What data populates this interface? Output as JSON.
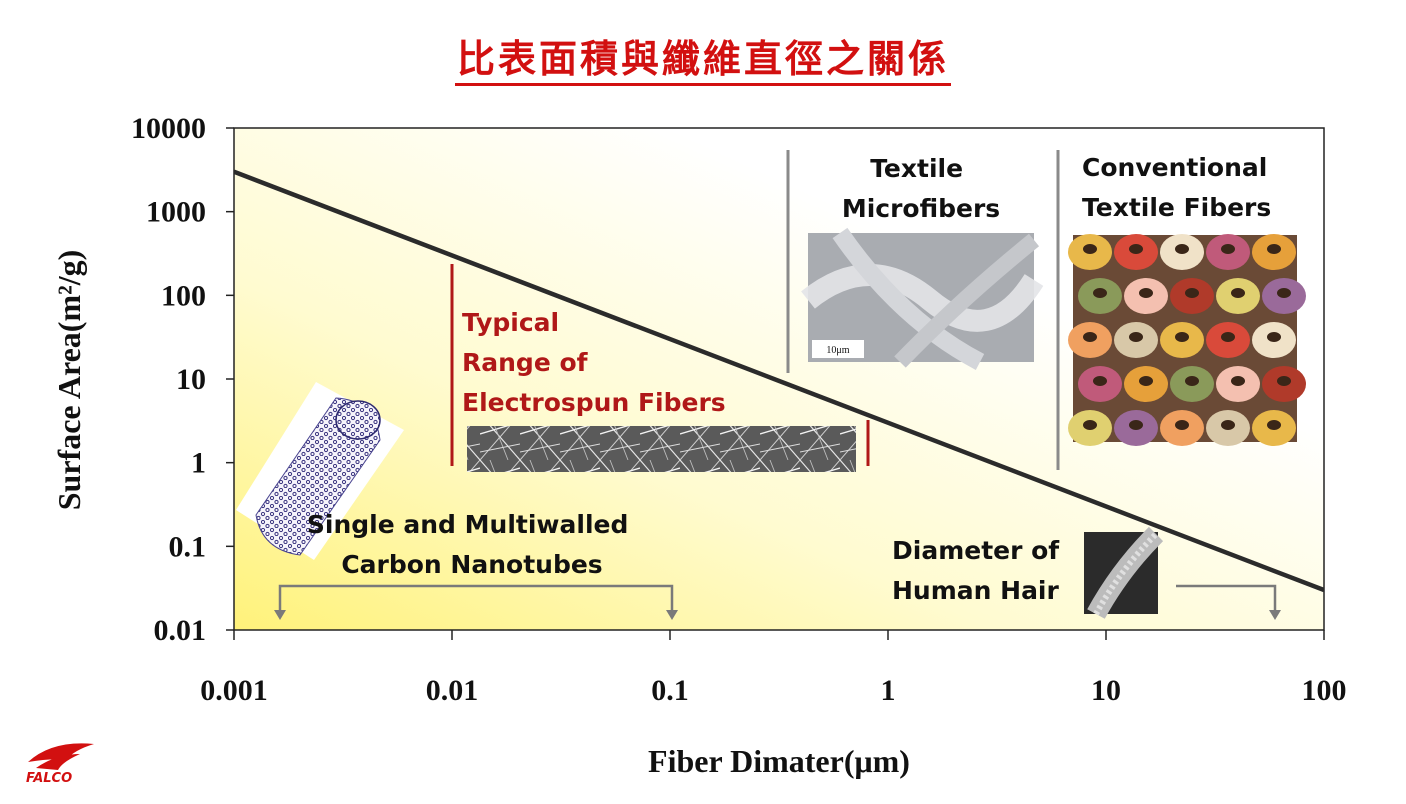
{
  "title": "比表面積與纖維直徑之關係",
  "chart_data": {
    "type": "line",
    "xlabel": "Fiber Dimater(μm)",
    "ylabel": "Surface Area(m²/g)",
    "x_scale": "log",
    "y_scale": "log",
    "xlim": [
      0.001,
      100
    ],
    "ylim": [
      0.01,
      10000
    ],
    "x_ticks": [
      "0.001",
      "0.01",
      "0.1",
      "1",
      "10",
      "100"
    ],
    "y_ticks": [
      "10000",
      "1000",
      "100",
      "10",
      "1",
      "0.1",
      "0.01"
    ],
    "grid": false,
    "series": [
      {
        "x": [
          0.001,
          100
        ],
        "y": [
          3000,
          0.03
        ]
      }
    ],
    "annotations": {
      "microfibers": [
        "Textile",
        "Microfibers"
      ],
      "conventional": [
        "Conventional",
        "Textile Fibers"
      ],
      "electrospun": [
        "Typical",
        "Range of",
        "Electrospun Fibers"
      ],
      "nanotubes": [
        "Single and Multiwalled",
        "Carbon Nanotubes"
      ],
      "hair": [
        "Diameter of",
        "Human Hair"
      ],
      "scale_bar": "10μm"
    }
  },
  "colors": {
    "title": "#d21010",
    "electrospun": "#b01818",
    "line": "#2b2b2b"
  },
  "logo_text": "FALCO"
}
